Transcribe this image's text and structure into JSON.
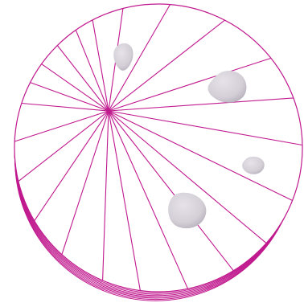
{
  "game": {
    "board": {
      "kind": "petri-dish slices",
      "slice_count": 22,
      "stack_layers": 7
    },
    "colors": {
      "background": "#ffffff",
      "line": "#c0198e",
      "blob_fill": "#d6d2d8",
      "blob_shade": "#b9b4bd"
    },
    "blobs": [
      {
        "name": "blob-top-left"
      },
      {
        "name": "blob-right-upper"
      },
      {
        "name": "blob-right-small"
      },
      {
        "name": "blob-bottom-center"
      }
    ]
  }
}
